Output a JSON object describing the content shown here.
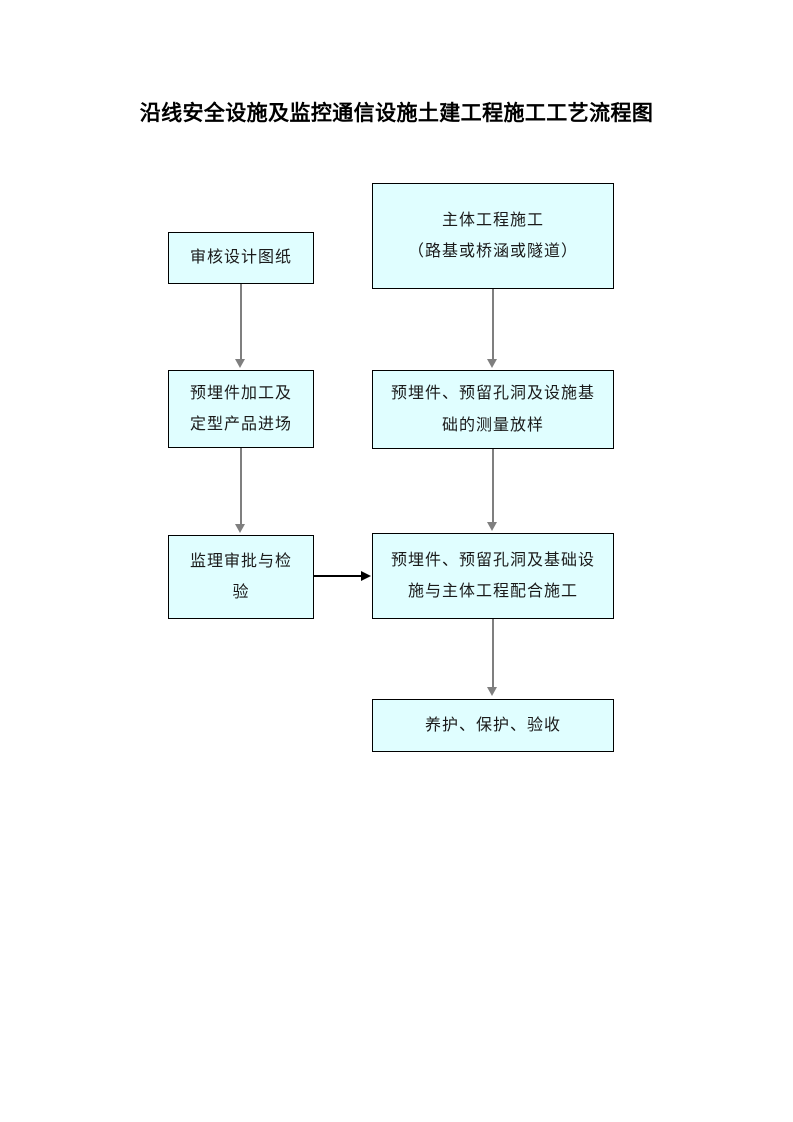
{
  "document": {
    "title": "沿线安全设施及监控通信设施土建工程施工工艺流程图",
    "page_background": "#ffffff"
  },
  "theme": {
    "node_fill": "#e0feff",
    "node_border": "#000000",
    "flow_arrow": "#7f7f7f",
    "cross_arrow": "#000000",
    "text": "#1a1a1a"
  },
  "chart_data": {
    "type": "diagram",
    "title": "沿线安全设施及监控通信设施土建工程施工工艺流程图",
    "nodes": [
      {
        "id": "L1",
        "column": "left",
        "lines": [
          "审核设计图纸"
        ]
      },
      {
        "id": "L2",
        "column": "left",
        "lines": [
          "预埋件加工及",
          "定型产品进场"
        ]
      },
      {
        "id": "L3",
        "column": "left",
        "lines": [
          "监理审批与检",
          "验"
        ]
      },
      {
        "id": "R1",
        "column": "right",
        "lines": [
          "主体工程施工",
          "（路基或桥涵或隧道）"
        ]
      },
      {
        "id": "R2",
        "column": "right",
        "lines": [
          "预埋件、预留孔洞及设施基",
          "础的测量放样"
        ]
      },
      {
        "id": "R3",
        "column": "right",
        "lines": [
          "预埋件、预留孔洞及基础设",
          "施与主体工程配合施工"
        ]
      },
      {
        "id": "R4",
        "column": "right",
        "lines": [
          "养护、保护、验收"
        ]
      }
    ],
    "edges": [
      {
        "from": "L1",
        "to": "L2",
        "direction": "down",
        "color": "#7f7f7f"
      },
      {
        "from": "L2",
        "to": "L3",
        "direction": "down",
        "color": "#7f7f7f"
      },
      {
        "from": "R1",
        "to": "R2",
        "direction": "down",
        "color": "#7f7f7f"
      },
      {
        "from": "R2",
        "to": "R3",
        "direction": "down",
        "color": "#7f7f7f"
      },
      {
        "from": "R3",
        "to": "R4",
        "direction": "down",
        "color": "#7f7f7f"
      },
      {
        "from": "L3",
        "to": "R3",
        "direction": "right",
        "color": "#000000"
      }
    ]
  },
  "nodes": {
    "left_1": {
      "line1": "审核设计图纸"
    },
    "left_2": {
      "line1": "预埋件加工及",
      "line2": "定型产品进场"
    },
    "left_3": {
      "line1": "监理审批与检",
      "line2": "验"
    },
    "right_1": {
      "line1": "主体工程施工",
      "line2": "（路基或桥涵或隧道）"
    },
    "right_2": {
      "line1": "预埋件、预留孔洞及设施基",
      "line2": "础的测量放样"
    },
    "right_3": {
      "line1": "预埋件、预留孔洞及基础设",
      "line2": "施与主体工程配合施工"
    },
    "right_4": {
      "line1": "养护、保护、验收"
    }
  }
}
